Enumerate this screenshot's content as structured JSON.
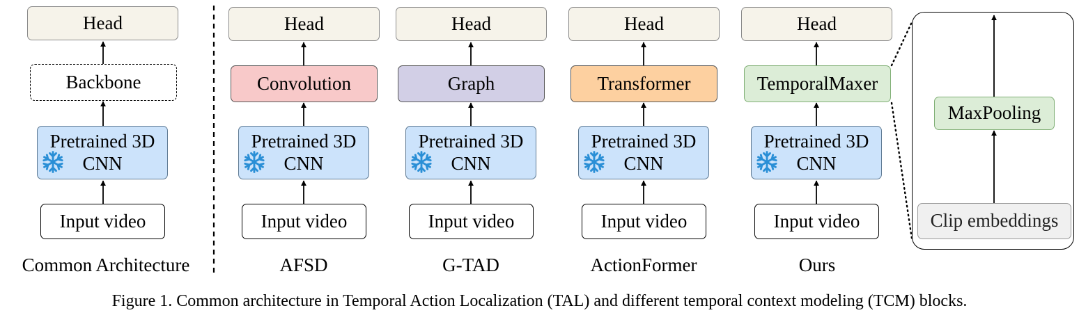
{
  "columns": [
    {
      "head": "Head",
      "tcm": "Backbone",
      "cnn_line1": "Pretrained 3D",
      "cnn_line2": "CNN",
      "input": "Input video",
      "name": "Common Architecture"
    },
    {
      "head": "Head",
      "tcm": "Convolution",
      "cnn_line1": "Pretrained 3D",
      "cnn_line2": "CNN",
      "input": "Input video",
      "name": "AFSD"
    },
    {
      "head": "Head",
      "tcm": "Graph",
      "cnn_line1": "Pretrained 3D",
      "cnn_line2": "CNN",
      "input": "Input video",
      "name": "G-TAD"
    },
    {
      "head": "Head",
      "tcm": "Transformer",
      "cnn_line1": "Pretrained 3D",
      "cnn_line2": "CNN",
      "input": "Input video",
      "name": "ActionFormer"
    },
    {
      "head": "Head",
      "tcm": "TemporalMaxer",
      "cnn_line1": "Pretrained 3D",
      "cnn_line2": "CNN",
      "input": "Input video",
      "name": "Ours"
    }
  ],
  "zoom": {
    "pool": "MaxPooling",
    "clip": "Clip embeddings"
  },
  "caption": "Figure 1. Common architecture in Temporal Action Localization (TAL) and different temporal context modeling (TCM) blocks.",
  "colors": {
    "head": "#f6f3ea",
    "cnn": "#cce3fb",
    "convolution": "#f8c9c9",
    "graph": "#d2cfe6",
    "transformer": "#fdd0a0",
    "temporalmaxer": "#dcedd7",
    "snowflake": "#2a8fd6"
  },
  "icons": {
    "frozen": "snowflake-icon"
  }
}
